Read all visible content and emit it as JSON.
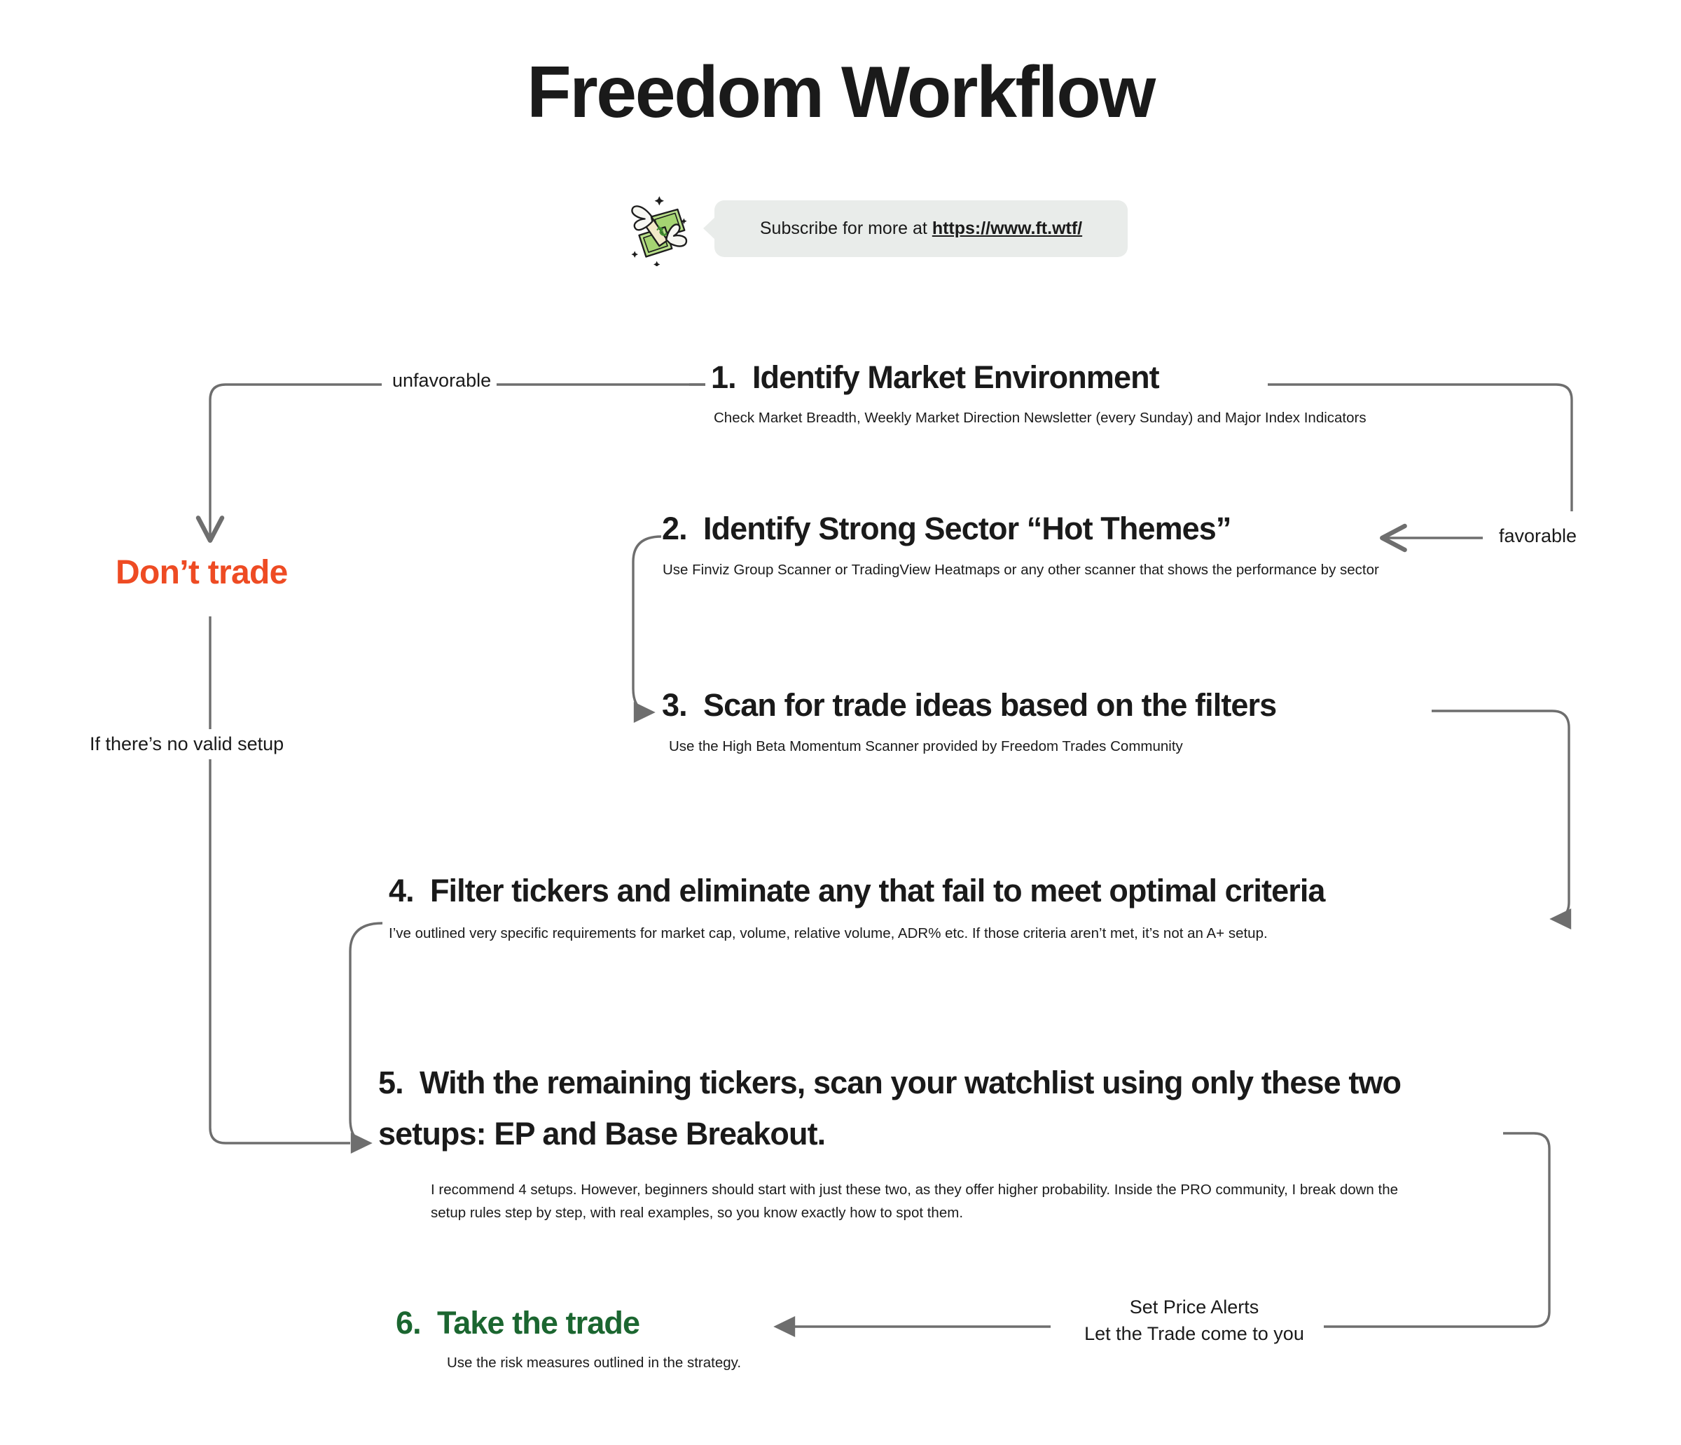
{
  "page": {
    "title": "Freedom Workflow",
    "background": "#ffffff"
  },
  "subscribe": {
    "icon": "money-with-wings-emoji",
    "prefix": "Subscribe for more at ",
    "link_text": "https://www.ft.wtf/"
  },
  "colors": {
    "title": "#1a1a1a",
    "dont_trade": "#ee4b23",
    "take_trade_green": "#1b6630",
    "connector": "#6e6e6e",
    "bubble_bg": "#e9ecea"
  },
  "steps": [
    {
      "num": "1.",
      "title": "Identify Market Environment",
      "desc": "Check Market Breadth, Weekly Market Direction Newsletter (every Sunday) and Major Index Indicators"
    },
    {
      "num": "2.",
      "title": "Identify Strong Sector “Hot Themes”",
      "desc": "Use Finviz Group Scanner or TradingView Heatmaps or any other scanner that shows the performance by sector"
    },
    {
      "num": "3.",
      "title": "Scan for trade ideas based on the filters",
      "desc": "Use the High Beta Momentum Scanner provided by Freedom Trades Community"
    },
    {
      "num": "4.",
      "title": "Filter tickers and eliminate any that fail to meet optimal criteria",
      "desc": "I’ve outlined very specific requirements for market cap, volume, relative volume, ADR% etc. If those criteria aren’t met, it’s not an A+ setup."
    },
    {
      "num": "5.",
      "title": "With the remaining tickers, scan your watchlist using only these two setups: EP and Base Breakout.",
      "desc": "I recommend 4 setups. However, beginners should start with just these two, as they offer higher probability. Inside the PRO community, I break down the setup rules step by step, with real examples, so you know exactly how to spot them."
    },
    {
      "num": "6.",
      "title": "Take the trade",
      "desc": "Use the risk measures outlined in the strategy."
    }
  ],
  "flow_labels": {
    "unfavorable": "unfavorable",
    "favorable": "favorable",
    "no_valid_setup": "If there’s no valid setup",
    "dont_trade": "Don’t trade",
    "set_price_alerts_line1": "Set Price Alerts",
    "set_price_alerts_line2": "Let the Trade come to you"
  }
}
